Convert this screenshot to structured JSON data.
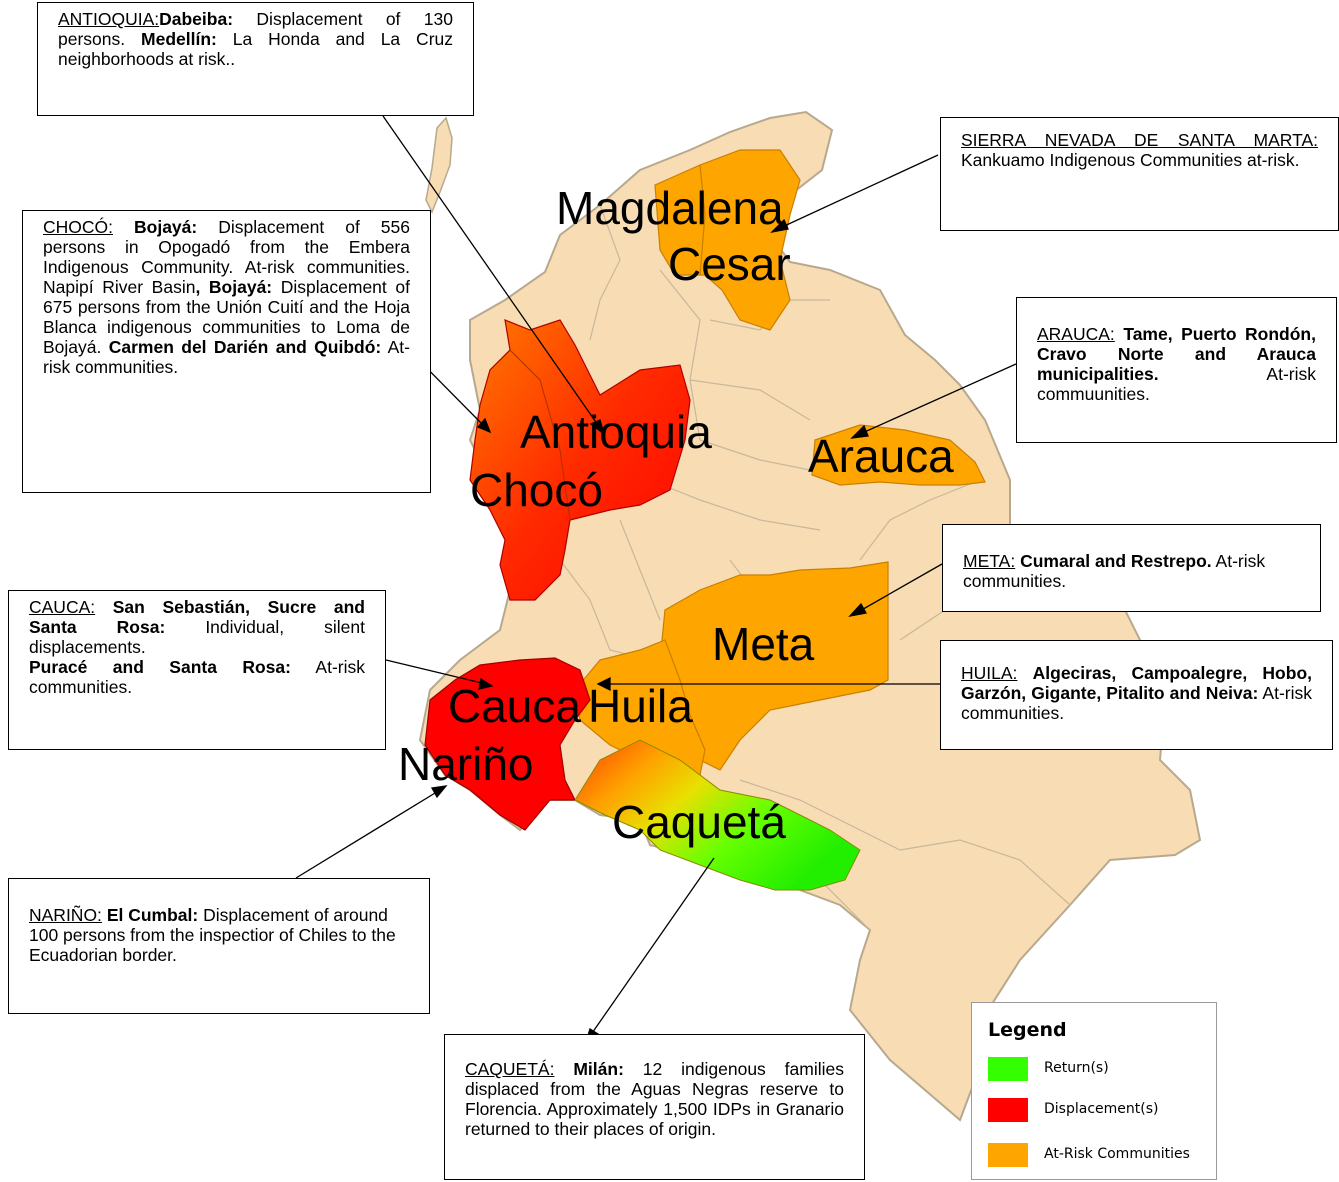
{
  "map": {
    "department_labels": [
      {
        "id": "magdalena",
        "text": "Magdalena"
      },
      {
        "id": "cesar",
        "text": "Cesar"
      },
      {
        "id": "antioquia",
        "text": "Antioquia"
      },
      {
        "id": "choco",
        "text": "Chocó"
      },
      {
        "id": "arauca",
        "text": "Arauca"
      },
      {
        "id": "meta",
        "text": "Meta"
      },
      {
        "id": "cauca",
        "text": "Cauca"
      },
      {
        "id": "huila",
        "text": "Huila"
      },
      {
        "id": "narino",
        "text": "Nariño"
      },
      {
        "id": "caqueta",
        "text": "Caquetá"
      }
    ],
    "colors": {
      "land": "#f7dcb4",
      "border": "#b8a98e",
      "return": "#33ff00",
      "displacement": "#ff0000",
      "at_risk": "#ffa500",
      "displacement_mid": "#ff5a00"
    }
  },
  "callouts": {
    "antioquia": {
      "region": "ANTIOQUIA:",
      "p1": "Dabeiba:",
      "p2": " Displacement of 130 persons. ",
      "p3": "Medellín:",
      "p4": " La Honda and La Cruz neighborhoods at risk.."
    },
    "sierra": {
      "region": "SIERRA NEVADA DE SANTA MARTA:",
      "p1": " Kankuamo Indigenous Communities at-risk."
    },
    "choco": {
      "region": "CHOCÓ:",
      "p1": " ",
      "p2": "Bojayá:",
      "p3": " Displacement of 556 persons in Opogadó from the Embera Indigenous Community. At-risk communities. Napipí River Basin",
      "p4": ", Bojayá:",
      "p5": " Displacement of 675 persons from the Unión Cuití and the Hoja Blanca indigenous communities to Loma de Bojayá. ",
      "p6": "Carmen del Darién and Quibdó:",
      "p7": " At-risk communities."
    },
    "arauca": {
      "region": "ARAUCA:",
      "p1": " ",
      "p2": "Tame, Puerto Rondón, Cravo Norte and Arauca municipalities.",
      "p3": " At-risk commuunities."
    },
    "meta": {
      "region": "META:",
      "p1": " ",
      "p2": "Cumaral and Restrepo.",
      "p3": " At-risk communities."
    },
    "cauca": {
      "region": "CAUCA:",
      "p1": " ",
      "p2": "San Sebastián, Sucre and Santa Rosa:",
      "p3": " Individual, silent displacements.",
      "p4": "Puracé and Santa Rosa:",
      "p5": " At-risk communities."
    },
    "huila": {
      "region": "HUILA:",
      "p1": " ",
      "p2": "Algeciras, Campoalegre, Hobo, Garzón, Gigante, Pitalito and Neiva:",
      "p3": " At-risk communities."
    },
    "narino": {
      "region": "NARIÑO:",
      "p1": " ",
      "p2": "El Cumbal:",
      "p3": " Displacement of around 100 persons from the inspectior of Chiles to the Ecuadorian border."
    },
    "caqueta": {
      "region": "CAQUETÁ:",
      "p1": " ",
      "p2": "Milán:",
      "p3": " 12 indigenous families displaced from the Aguas Negras reserve to Florencia. Approximately 1,500 IDPs in Granario returned to their places of origin."
    }
  },
  "legend": {
    "title": "Legend",
    "items": [
      {
        "label": "Return(s)",
        "color": "#33ff00"
      },
      {
        "label": "Displacement(s)",
        "color": "#ff0000"
      },
      {
        "label": "At-Risk Communities",
        "color": "#ffa500"
      }
    ]
  }
}
